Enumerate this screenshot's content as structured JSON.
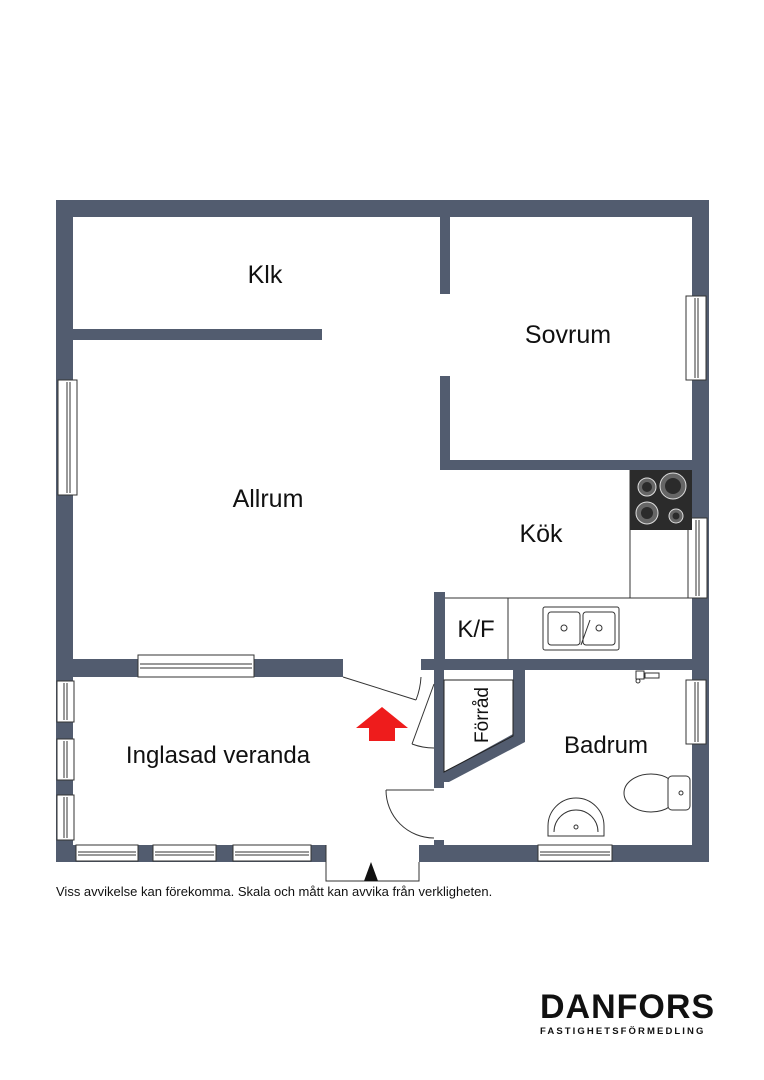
{
  "rooms": {
    "klk": "Klk",
    "sovrum": "Sovrum",
    "allrum": "Allrum",
    "kok": "Kök",
    "kf": "K/F",
    "forrad": "Förråd",
    "badrum": "Badrum",
    "veranda": "Inglasad veranda"
  },
  "disclaimer": "Viss avvikelse kan förekomma. Skala och mått kan avvika från verkligheten.",
  "logo": {
    "name": "DANFORS",
    "tagline": "FASTIGHETSFÖRMEDLING"
  },
  "colors": {
    "wall": "#525c6f",
    "entry_arrow": "#ee1c1c",
    "stove": "#2b2b2b"
  }
}
